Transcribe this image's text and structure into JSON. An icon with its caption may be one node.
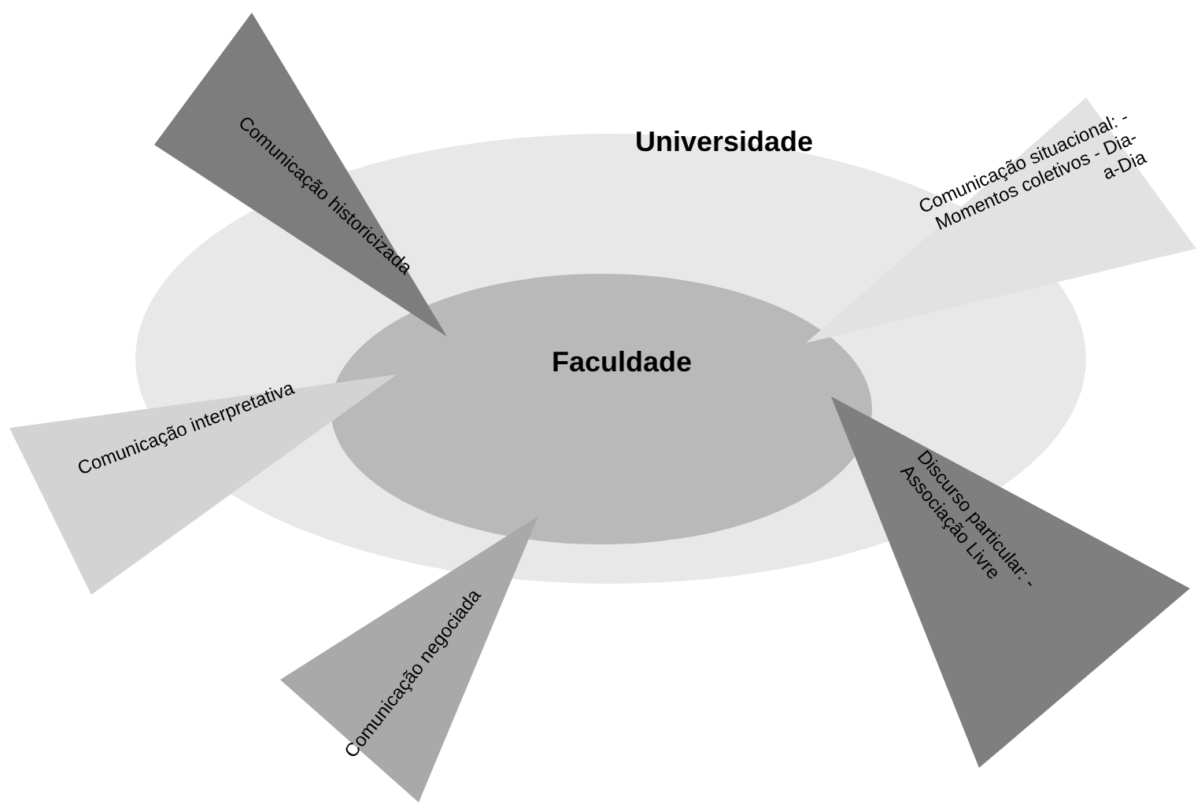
{
  "diagram": {
    "nodes": [
      {
        "text": [
          "Universidade"
        ]
      },
      {
        "text": [
          "Faculdade"
        ],
        "in": 0
      },
      {
        "text": [
          "Comunicação historicizada"
        ]
      },
      {
        "text": [
          "Comunicação situacional: - Momentos coletivos - Dia-a-Dia"
        ]
      },
      {
        "text": [
          "Comunicação interpretativa"
        ]
      },
      {
        "text": [
          "Comunicação negociada"
        ]
      },
      {
        "text": [
          "Discurso particular: - Associação Livre"
        ]
      }
    ],
    "edges": []
  }
}
